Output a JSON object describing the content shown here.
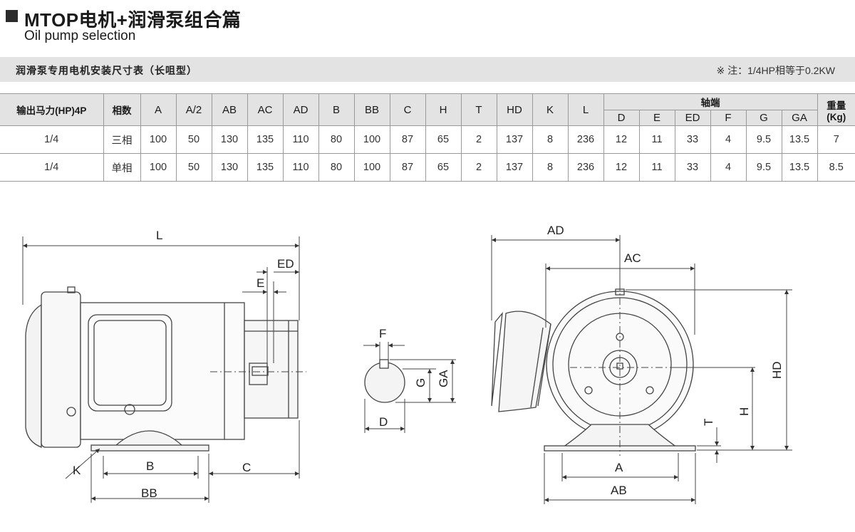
{
  "header": {
    "title": "MTOP电机+润滑泵组合篇",
    "subtitle": "Oil pump selection"
  },
  "section": {
    "label": "润滑泵专用电机安装尺寸表（长咀型）",
    "note": "※ 注：1/4HP相等于0.2KW"
  },
  "table": {
    "columns": [
      "输出马力(HP)4P",
      "相数",
      "A",
      "A/2",
      "AB",
      "AC",
      "AD",
      "B",
      "BB",
      "C",
      "H",
      "T",
      "HD",
      "K",
      "L"
    ],
    "shaft_group": "轴端",
    "shaft_columns": [
      "D",
      "E",
      "ED",
      "F",
      "G",
      "GA"
    ],
    "weight_line1": "重量",
    "weight_line2": "(Kg)",
    "rows": [
      [
        "1/4",
        "三相",
        "100",
        "50",
        "130",
        "135",
        "110",
        "80",
        "100",
        "87",
        "65",
        "2",
        "137",
        "8",
        "236",
        "12",
        "11",
        "33",
        "4",
        "9.5",
        "13.5",
        "7"
      ],
      [
        "1/4",
        "单相",
        "100",
        "50",
        "130",
        "135",
        "110",
        "80",
        "100",
        "87",
        "65",
        "2",
        "137",
        "8",
        "236",
        "12",
        "11",
        "33",
        "4",
        "9.5",
        "13.5",
        "8.5"
      ]
    ]
  },
  "drawing": {
    "side": {
      "L": "L",
      "ED": "ED",
      "E": "E",
      "K": "K",
      "B": "B",
      "C": "C",
      "BB": "BB"
    },
    "shaft": {
      "F": "F",
      "G": "G",
      "GA": "GA",
      "D": "D"
    },
    "front": {
      "AD": "AD",
      "AC": "AC",
      "HD": "HD",
      "H": "H",
      "T": "T",
      "A": "A",
      "AB": "AB"
    }
  }
}
